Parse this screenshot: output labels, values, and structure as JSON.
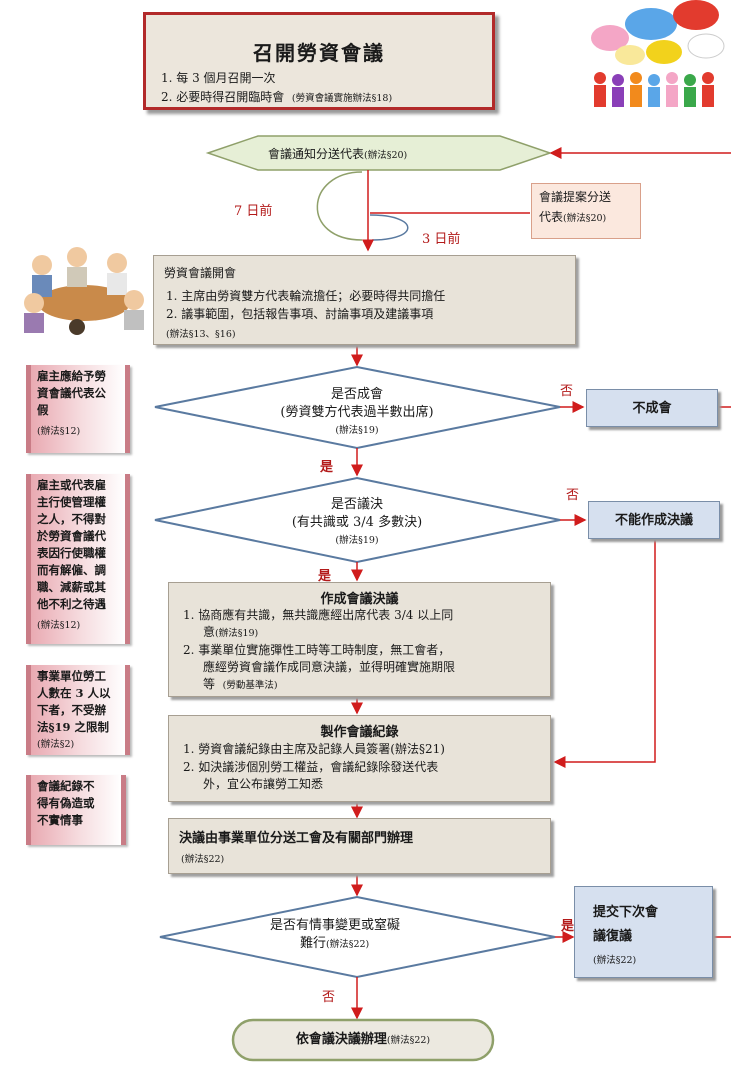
{
  "title_box": {
    "title": "召開勞資會議",
    "line1": "1.  每 3 個月召開一次",
    "line2": "2.  必要時得召開臨時會",
    "line2_ref": "(勞資會議實施辦法§18)"
  },
  "notice": {
    "label": "會議通知分送代表",
    "ref": "(辦法§20)"
  },
  "proposal": {
    "line1": "會議提案分送",
    "line2": "代表",
    "ref": "(辦法§20)"
  },
  "labels": {
    "days7": "7 日前",
    "days3": "3 日前",
    "yes": "是",
    "no": "否"
  },
  "meeting": {
    "title": "勞資會議開會",
    "item1": "1.  主席由勞資雙方代表輪流擔任；必要時得共同擔任",
    "item2": "2.  議事範圍，包括報告事項、討論事項及建議事項",
    "ref": "(辦法§13、§16)"
  },
  "quorum": {
    "line1": "是否成會",
    "line2": "(勞資雙方代表過半數出席)",
    "ref": "(辦法§19)"
  },
  "fail_quorum": "不成會",
  "resolve": {
    "line1": "是否議決",
    "line2": "(有共識或 3/4 多數決)",
    "ref": "(辦法§19)"
  },
  "fail_resolve": "不能作成決議",
  "decision": {
    "title": "作成會議決議",
    "item1a": "1.  協商應有共識，無共識應經出席代表 3/4 以上同",
    "item1b": "意",
    "item1_ref": "(辦法§19)",
    "item2a": "2.  事業單位實施彈性工時等工時制度，無工會者，",
    "item2b": "應經勞資會議作成同意決議，並得明確實施期限",
    "item2c": "等",
    "item2_ref": "(勞動基準法)"
  },
  "record": {
    "title": "製作會議紀錄",
    "item1": "1.  勞資會議紀錄由主席及記錄人員簽署",
    "item1_ref": "(辦法§21)",
    "item2a": "2.  如決議涉個別勞工權益，會議紀錄除發送代表",
    "item2b": "外，宜公布讓勞工知悉"
  },
  "dispatch": {
    "title": "決議由事業單位分送工會及有關部門辦理",
    "ref": "(辦法§22)"
  },
  "change": {
    "line1": "是否有情事變更或窒礙",
    "line2": "難行",
    "ref": "(辦法§22)"
  },
  "resubmit": {
    "line1": "提交下次會",
    "line2": "議復議",
    "ref": "(辦法§22)"
  },
  "final": {
    "label": "依會議決議辦理",
    "ref": "(辦法§22)"
  },
  "side_notes": {
    "note1": {
      "text": [
        "雇主應給予勞",
        "資會議代表公",
        "假"
      ],
      "ref": "(辦法§12)"
    },
    "note2": {
      "text": [
        "雇主或代表雇",
        "主行使管理權",
        "之人，不得對",
        "於勞資會議代",
        "表因行使職權",
        "而有解僱、調",
        "職、減薪或其",
        "他不利之待遇"
      ],
      "ref": "(辦法§12)"
    },
    "note3": {
      "text": [
        "事業單位勞工",
        "人數在 3 人以",
        "下者，不受辦",
        "法§19 之限制"
      ],
      "ref": "(辦法§2)"
    },
    "note4": {
      "text": [
        "會議紀錄不",
        "得有偽造或",
        "不實情事"
      ]
    }
  },
  "colors": {
    "connector": "#d01c1c",
    "accent_border": "#b22a2a",
    "box_fill": "#e8e3d9",
    "blue_fill": "#d6e0ef",
    "notice_fill": "#e6efd6"
  }
}
